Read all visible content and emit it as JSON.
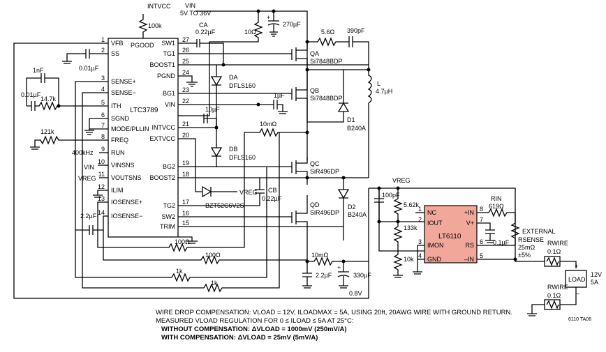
{
  "ic1": {
    "name": "LTC3789",
    "pins": [
      {
        "n": "1",
        "label": "VFB"
      },
      {
        "n": "2",
        "label": "SS"
      },
      {
        "n": "3",
        "label": "SENSE+"
      },
      {
        "n": "4",
        "label": "SENSE−"
      },
      {
        "n": "5",
        "label": "ITH"
      },
      {
        "n": "6",
        "label": "SGND"
      },
      {
        "n": "7",
        "label": "MODE/PLLIN"
      },
      {
        "n": "8",
        "label": "FREQ"
      },
      {
        "n": "9",
        "label": "RUN"
      },
      {
        "n": "10",
        "label": "VINSNS"
      },
      {
        "n": "11",
        "label": "VOUTSNS"
      },
      {
        "n": "12",
        "label": "ILIM"
      },
      {
        "n": "13",
        "label": "IOSENSE+"
      },
      {
        "n": "14",
        "label": "IOSENSE−"
      }
    ],
    "pins_right": [
      {
        "n": "27",
        "label": "SW1"
      },
      {
        "n": "26",
        "label": "TG1"
      },
      {
        "n": "25",
        "label": "BOOST1"
      },
      {
        "n": "24",
        "label": "PGND"
      },
      {
        "n": "23",
        "label": "BG1"
      },
      {
        "n": "22",
        "label": "VIN"
      },
      {
        "n": "21",
        "label": "INTVCC"
      },
      {
        "n": "20",
        "label": "EXTVCC"
      },
      {
        "n": "19",
        "label": "BG2"
      },
      {
        "n": "18",
        "label": "BOOST2"
      },
      {
        "n": "17",
        "label": "TG2"
      },
      {
        "n": "16",
        "label": "SW2"
      },
      {
        "n": "15",
        "label": "TRIM"
      }
    ],
    "pgood": "PGOOD",
    "run_freq": "400kHz",
    "vin_label": "VIN",
    "vreg_label": "VREG"
  },
  "ic2": {
    "name": "LT6110",
    "pins_left": [
      {
        "n": "1",
        "label": "NC"
      },
      {
        "n": "2",
        "label": "IOUT"
      },
      {
        "n": "3",
        "label": "IMON"
      },
      {
        "n": "4",
        "label": "GND"
      }
    ],
    "pins_right": [
      {
        "n": "8",
        "label": "+IN"
      },
      {
        "n": "7",
        "label": "V+"
      },
      {
        "n": "6",
        "label": "RS"
      },
      {
        "n": "5",
        "label": "–IN"
      }
    ]
  },
  "labels": {
    "intvcc": "INTVCC",
    "r100k": "100k",
    "vin": "VIN",
    "vin_range": "5V TO 36V",
    "ca": "CA",
    "ca_val": "0.22µF",
    "r10": "10Ω",
    "c270": "270µF",
    "r5_6": "5.6Ω",
    "c390p": "390pF",
    "qa": "QA",
    "qa_part": "Si7848BDP",
    "qb": "QB",
    "qb_part": "Si7848BDP",
    "qc": "QC",
    "qc_part": "SiR496DP",
    "qd": "QD",
    "qd_part": "SiR496DP",
    "da": "DA",
    "da_part": "DFLS160",
    "db": "DB",
    "db_part": "DFLS160",
    "l": "L",
    "l_val": "4.7µH",
    "d1": "D1",
    "d1_part": "B240A",
    "d2": "D2",
    "d2_part": "B240A",
    "c1u": "1µF",
    "c10u": "10µF",
    "r10m_a": "10mΩ",
    "cb": "CB",
    "cb_val": "0.22µF",
    "zener": "BZT52C6V2S",
    "zener_vreg": "VREG",
    "c0_01_ss": "0.01µF",
    "c1n": "1nF",
    "c0_01_ith": "0.01µF",
    "r14_7k": "14.7k",
    "r121k": "121k",
    "c2_2_sense": "2.2µF",
    "r100_a": "100Ω",
    "r100_b": "100Ω",
    "r1k_a": "1k",
    "r1k_b": "1k",
    "r10m_b": "10mΩ",
    "c2_2_out": "2.2µF",
    "c330": "330µF",
    "v0_8": "0.8V",
    "vreg2": "VREG",
    "c100p": "100pF",
    "r5_62k": "5.62k",
    "r133k": "133k",
    "r10k": "10k",
    "rin": "RIN",
    "rin_val": "619Ω",
    "c0_1": "0.1µF",
    "external": "EXTERNAL",
    "rsense": "RSENSE",
    "rsense_val": "25mΩ",
    "rsense_tol": "±5%",
    "rwire1": "RWIRE",
    "rwire1_val": "0.1Ω",
    "rwire2": "RWIRE",
    "rwire2_val": "0.1Ω",
    "load": "LOAD",
    "load_v": "12V",
    "load_a": "5A",
    "plus": "+",
    "minus": "–",
    "fig": "6110 TA06"
  },
  "notes": {
    "line1": "WIRE DROP COMPENSATION: VLOAD = 12V, ILOADMAX = 5A, USING 20ft, 20AWG WIRE WITH GROUND RETURN.",
    "line2": "MEASURED VLOAD REGULATION FOR 0 ≤ ILOAD ≤ 5A AT 25°C:",
    "line3": "WITHOUT COMPENSATION: ΔVLOAD = 1000mV (250mV/A)",
    "line4": "WITH COMPENSATION: ΔVLOAD = 25mV (5mV/A)"
  }
}
